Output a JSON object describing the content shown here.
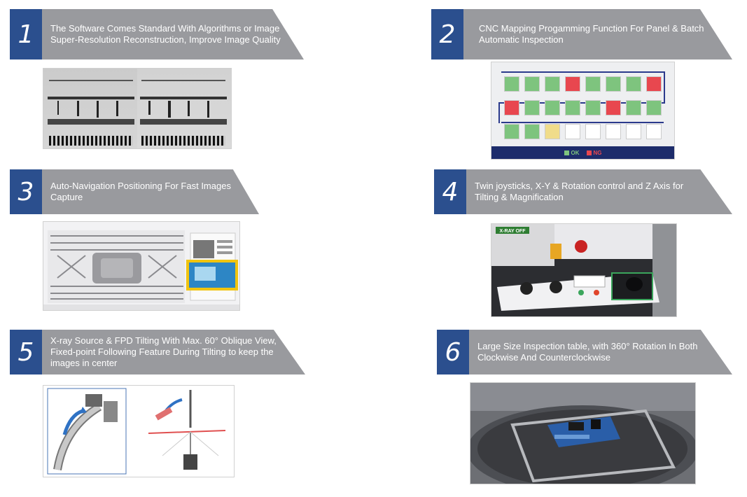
{
  "features": [
    {
      "number": "1",
      "text": "The Software Comes Standard With Algorithms or Image Super-Resolution Reconstruction, Improve Image Quality"
    },
    {
      "number": "2",
      "text": "CNC Mapping Progamming Function For Panel & Batch Automatic Inspection"
    },
    {
      "number": "3",
      "text": "Auto-Navigation Positioning For Fast Images Capture"
    },
    {
      "number": "4",
      "text": "Twin joysticks, X-Y & Rotation  control and Z Axis for Tilting & Magnification"
    },
    {
      "number": "5",
      "text": "X-ray Source & FPD Tilting With Max. 60° Oblique View, Fixed-point Following  Feature  During Tilting to keep the images in center"
    },
    {
      "number": "6",
      "text": "Large Size Inspection table, with 360° Rotation In Both Clockwise And Counterclockwise"
    }
  ],
  "cnc_legend": {
    "ok": "OK",
    "ng": "NG",
    "ok_color": "#7ec47e",
    "ng_color": "#e8474f"
  },
  "cnc_grid": [
    [
      "ok",
      "ok",
      "ok",
      "ng",
      "ok",
      "ok",
      "ok",
      "ng"
    ],
    [
      "ng",
      "ok",
      "ok",
      "ok",
      "ok",
      "ng",
      "ok",
      "ok"
    ],
    [
      "ok",
      "ok",
      "pending",
      "empty",
      "empty",
      "empty",
      "empty",
      "empty"
    ]
  ],
  "joystick_panel": {
    "label": "X-RAY OFF"
  },
  "colors": {
    "number_box": "#2b4f8e",
    "banner": "#999a9e"
  }
}
